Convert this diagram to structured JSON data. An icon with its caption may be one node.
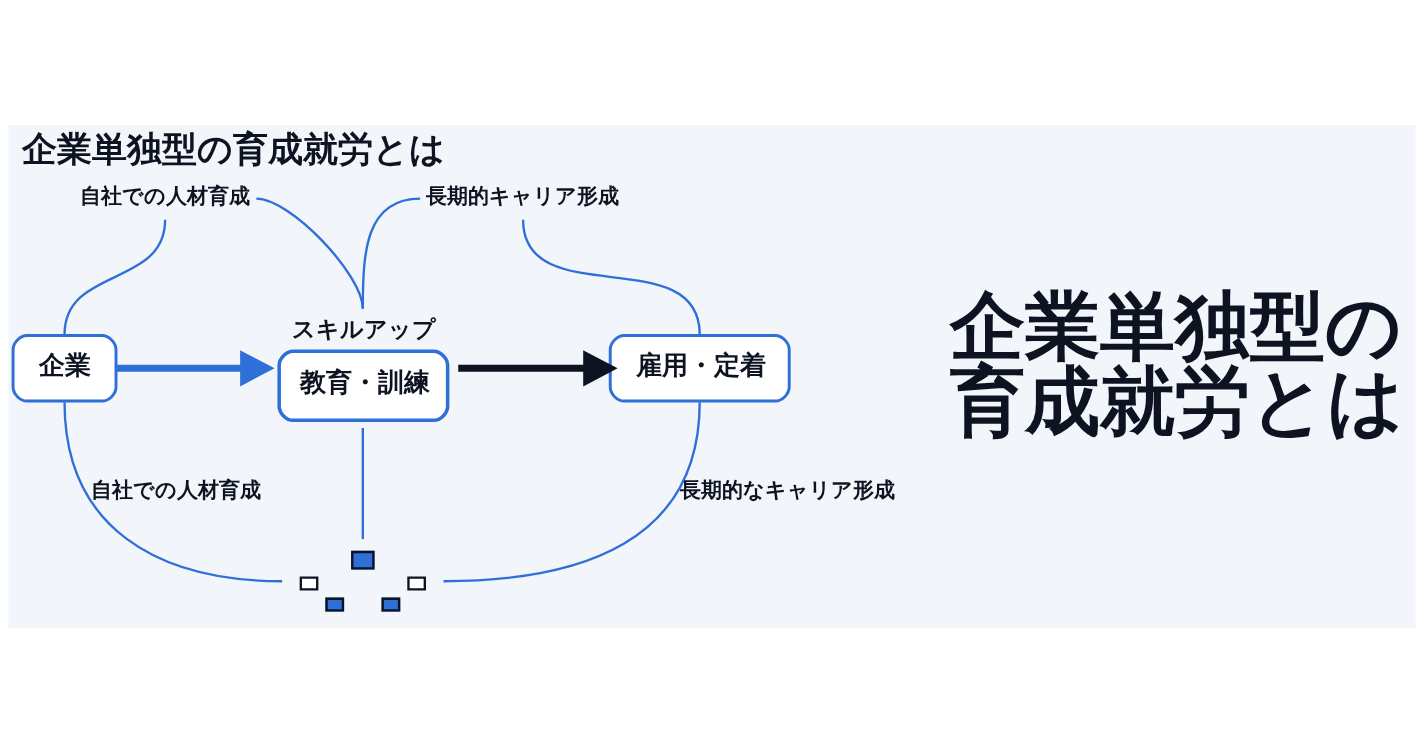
{
  "diagram": {
    "title": "企業単独型の育成就労とは",
    "nodes": [
      {
        "text": [
          "自社での人材育成"
        ]
      },
      {
        "text": [
          "長期的キャリア形成"
        ]
      },
      {
        "text": [
          "企業"
        ]
      },
      {
        "text": [
          "教育・訓練"
        ],
        "beside": [
          "スキルアップ"
        ]
      },
      {
        "text": [
          "雇用・定着"
        ]
      },
      {
        "text": [],
        "shape": "picture"
      }
    ],
    "edges": [
      {
        "from": 2,
        "to": 3,
        "arrow": "to",
        "style": "thick"
      },
      {
        "from": 3,
        "to": 4,
        "arrow": "to",
        "style": "thick",
        "color": "#0d1320"
      },
      {
        "from": 2,
        "to": 0,
        "arrow": "none"
      },
      {
        "from": 4,
        "to": 1,
        "arrow": "none"
      },
      {
        "from": 0,
        "to": 3,
        "arrow": "none"
      },
      {
        "from": 1,
        "to": 3,
        "arrow": "none"
      },
      {
        "from": 2,
        "to": 5,
        "arrow": "none",
        "label": "自社での人材育成"
      },
      {
        "from": 3,
        "to": 5,
        "arrow": "none"
      },
      {
        "from": 4,
        "to": 5,
        "arrow": "none",
        "label": "長期的なキャリア形成"
      }
    ],
    "labels": [
      "企業単独型の育成就労とは"
    ]
  }
}
